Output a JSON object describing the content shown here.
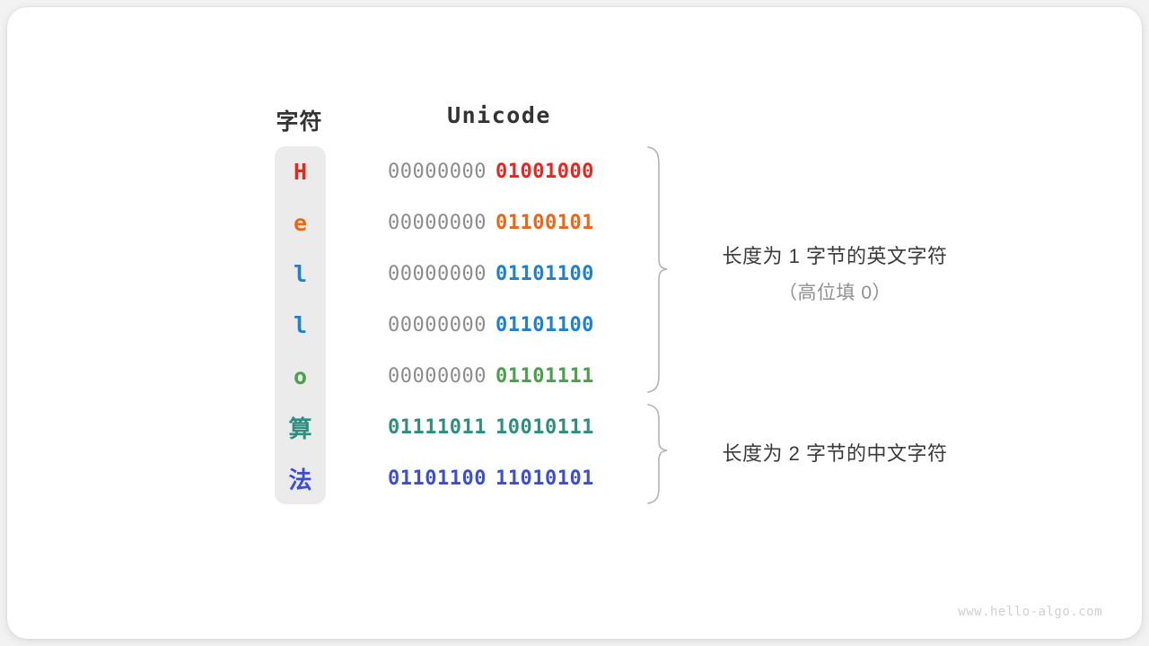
{
  "figure": {
    "background_color": "#f2f2f2",
    "card_color": "#ffffff",
    "panel_color": "#ebebeb"
  },
  "headers": {
    "character": "字符",
    "unicode": "Unicode"
  },
  "rows": [
    {
      "char": "H",
      "script": "latin",
      "color": "#e8251f",
      "high_byte": "00000000",
      "low_byte": "01001000",
      "high_byte_colored": false
    },
    {
      "char": "e",
      "script": "latin",
      "color": "#ec6618",
      "high_byte": "00000000",
      "low_byte": "01100101",
      "high_byte_colored": false
    },
    {
      "char": "l",
      "script": "latin",
      "color": "#2080d0",
      "high_byte": "00000000",
      "low_byte": "01101100",
      "high_byte_colored": false
    },
    {
      "char": "l",
      "script": "latin",
      "color": "#2080d0",
      "high_byte": "00000000",
      "low_byte": "01101100",
      "high_byte_colored": false
    },
    {
      "char": "o",
      "script": "latin",
      "color": "#4ca04c",
      "high_byte": "00000000",
      "low_byte": "01101111",
      "high_byte_colored": false
    },
    {
      "char": "算",
      "script": "han",
      "color": "#2f8f7f",
      "high_byte": "01111011",
      "low_byte": "10010111",
      "high_byte_colored": true
    },
    {
      "char": "法",
      "script": "han",
      "color": "#3b4fd4",
      "high_byte": "01101100",
      "low_byte": "11010101",
      "high_byte_colored": true
    }
  ],
  "annotations": [
    {
      "line1": "长度为 1 字节的英文字符",
      "line2": "（高位填 0）"
    },
    {
      "line1": "长度为 2 字节的中文字符",
      "line2": ""
    }
  ],
  "watermark": "www.hello-algo.com"
}
